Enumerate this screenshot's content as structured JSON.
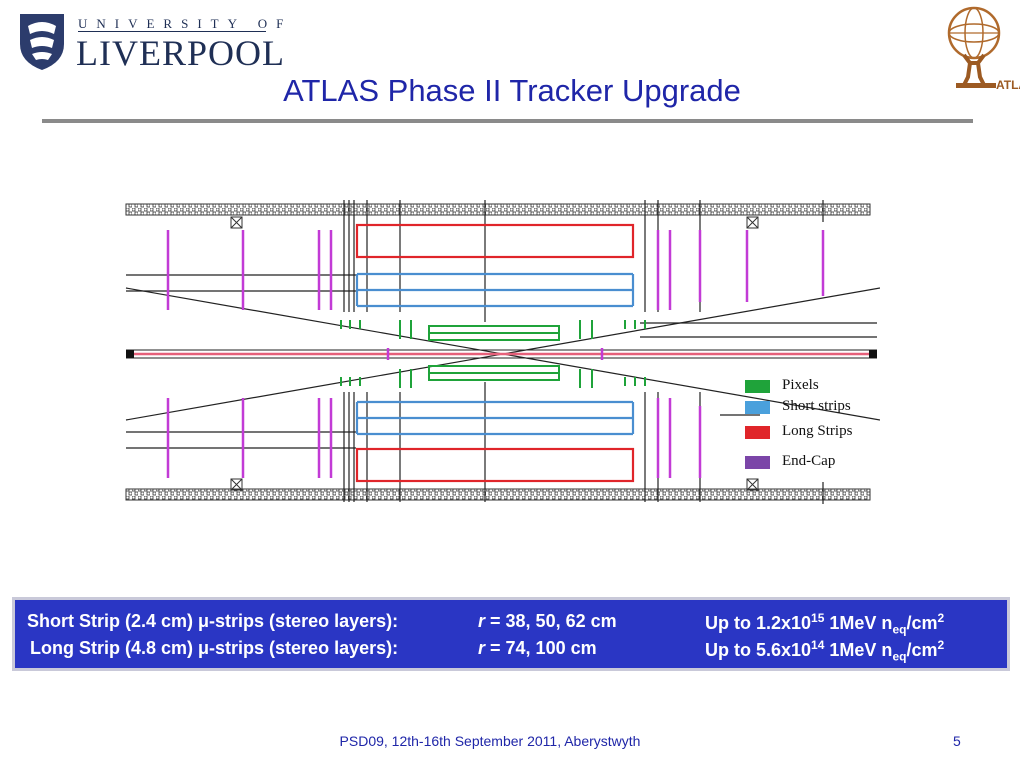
{
  "header": {
    "university_top": "UNIVERSITY OF",
    "university_main": "LIVERPOOL",
    "title": "ATLAS Phase II Tracker Upgrade",
    "atlas_logo_text": "ATLAS"
  },
  "legend": {
    "items": [
      {
        "label": "Pixels",
        "color": "#1fa33a"
      },
      {
        "label": "Short strips",
        "color": "#4aa0dc"
      },
      {
        "label": "Long Strips",
        "color": "#e0252a"
      },
      {
        "label": "End-Cap",
        "color": "#7b45a8"
      }
    ]
  },
  "info_box": {
    "rows": [
      {
        "col1_prefix": "Short Strip (2.4 cm) ",
        "col1_mu": "μ",
        "col1_suffix": "-strips (stereo layers):",
        "col2_r": "r",
        "col2_value": " = 38, 50, 62 cm",
        "col3_prefix": "Up to 1.2x10",
        "col3_exp": "15",
        "col3_mid": " 1MeV n",
        "col3_sub": "eq",
        "col3_unit": "/cm",
        "col3_unit_exp": "2"
      },
      {
        "col1_prefix": "Long Strip (4.8 cm) ",
        "col1_mu": "μ",
        "col1_suffix": "-strips (stereo layers):",
        "col2_r": "r",
        "col2_value": " = 74, 100 cm",
        "col3_prefix": "Up to 5.6x10",
        "col3_exp": "14",
        "col3_mid": " 1MeV n",
        "col3_sub": "eq",
        "col3_unit": "/cm",
        "col3_unit_exp": "2"
      }
    ]
  },
  "footer": {
    "text": "PSD09, 12th-16th September 2011, Aberystwyth",
    "page": "5"
  },
  "colors": {
    "title": "#1f26a8",
    "box_bg": "#2a36c4",
    "pixels": "#1fa33a",
    "short_strips": "#4aa0dc",
    "long_strips": "#e0252a",
    "end_cap": "#7b45a8",
    "magenta_disks": "#c23bd6"
  }
}
